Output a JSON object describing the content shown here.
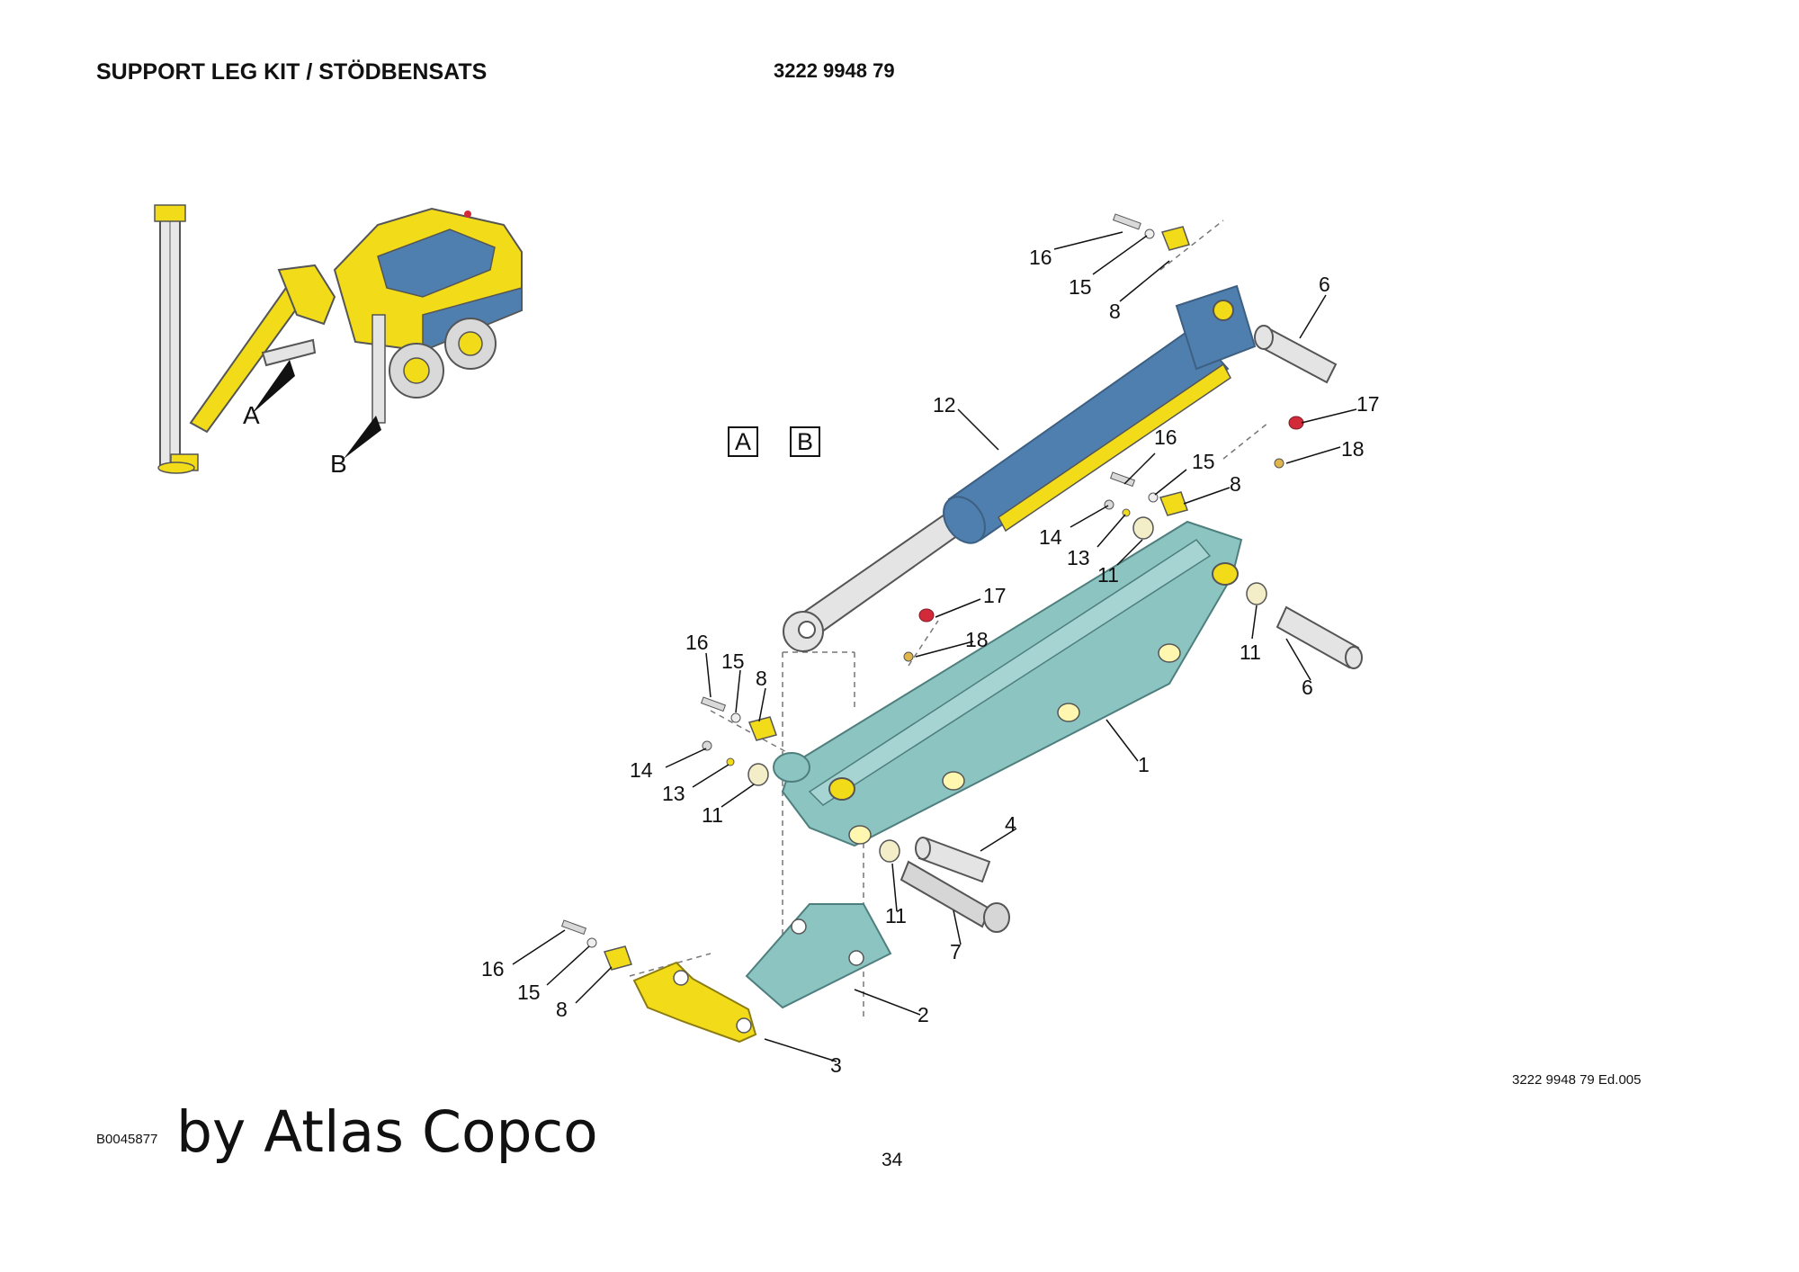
{
  "header": {
    "title": "SUPPORT LEG KIT / STÖDBENSATS",
    "part_number": "3222 9948 79"
  },
  "overview": {
    "labels": [
      "A",
      "B"
    ]
  },
  "view_boxes": [
    "A",
    "B"
  ],
  "callouts": [
    "16",
    "15",
    "8",
    "6",
    "12",
    "17",
    "18",
    "16",
    "15",
    "8",
    "14",
    "13",
    "11",
    "11",
    "6",
    "17",
    "18",
    "1",
    "16",
    "15",
    "8",
    "14",
    "13",
    "11",
    "4",
    "11",
    "7",
    "16",
    "15",
    "8",
    "2",
    "3"
  ],
  "footer": {
    "edition": "3222 9948 79 Ed.005",
    "image_id": "B0045877",
    "brand": "by Atlas Copco",
    "page_number": "34"
  },
  "colors": {
    "cylinder_blue": "#4f7fae",
    "arm_teal": "#8cc4c2",
    "yellow": "#f2dc1a",
    "red": "#d32a3a",
    "rod_grey": "#e4e4e4"
  }
}
